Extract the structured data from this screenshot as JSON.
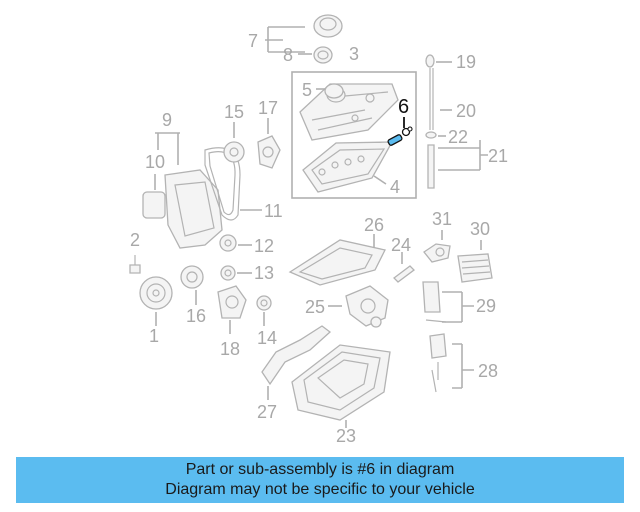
{
  "diagram": {
    "highlighted_part": "6",
    "callouts": [
      "1",
      "2",
      "3",
      "4",
      "5",
      "6",
      "7",
      "8",
      "9",
      "10",
      "11",
      "12",
      "13",
      "14",
      "15",
      "16",
      "17",
      "18",
      "19",
      "20",
      "21",
      "22",
      "23",
      "24",
      "25",
      "26",
      "27",
      "28",
      "29",
      "30",
      "31"
    ]
  },
  "banner": {
    "line1": "Part or sub-assembly is #6 in diagram",
    "line2": "Diagram may not be specific to your vehicle"
  },
  "colors": {
    "banner_bg": "#5bbcf0",
    "highlight_part": "#5bbcf0",
    "line_art": "#b0b0b0"
  }
}
